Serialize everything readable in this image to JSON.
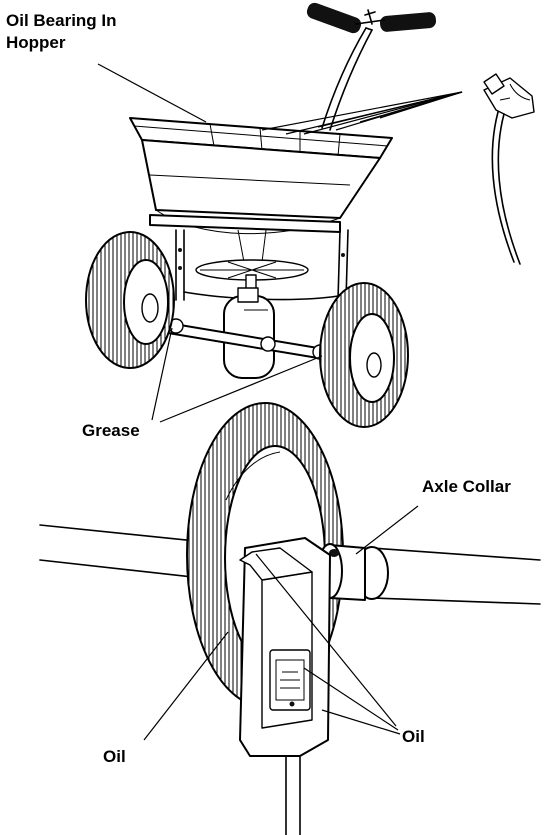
{
  "labels": {
    "oil_bearing_line1": "Oil Bearing In",
    "oil_bearing_line2": "Hopper",
    "grease": "Grease",
    "axle_collar": "Axle Collar",
    "oil_left": "Oil",
    "oil_right": "Oil"
  }
}
